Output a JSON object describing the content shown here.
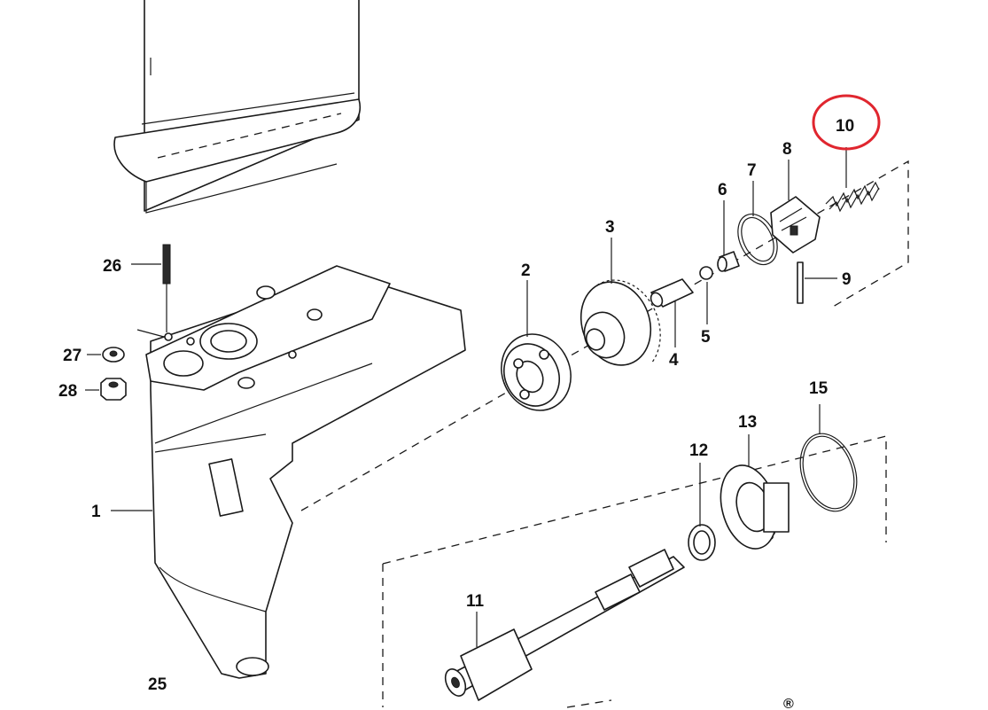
{
  "callouts": {
    "c1": "1",
    "c2": "2",
    "c3": "3",
    "c4": "4",
    "c5": "5",
    "c6": "6",
    "c7": "7",
    "c8": "8",
    "c9": "9",
    "c10": "10",
    "c11": "11",
    "c12": "12",
    "c13": "13",
    "c15": "15",
    "c25": "25",
    "c26": "26",
    "c27": "27",
    "c28": "28"
  },
  "trademark": "®",
  "colors": {
    "highlight_circle": "#e0262f",
    "line": "#1a1a1a",
    "background": "#ffffff"
  }
}
